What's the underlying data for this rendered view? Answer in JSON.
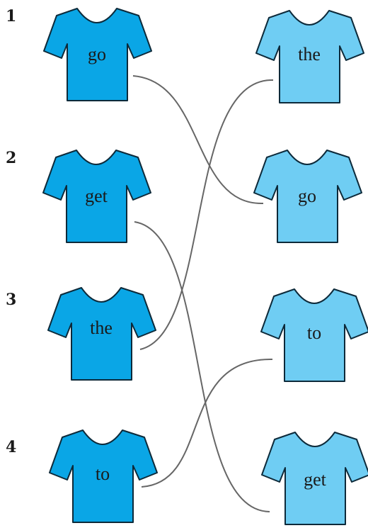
{
  "colors": {
    "left_shirt": "#0aa6e6",
    "right_shirt": "#6fcdf3",
    "outline": "#0d2a3a",
    "connector": "#666666"
  },
  "icon": "t-shirt-icon",
  "left_items": [
    {
      "number": "1",
      "word": "go"
    },
    {
      "number": "2",
      "word": "get"
    },
    {
      "number": "3",
      "word": "the"
    },
    {
      "number": "4",
      "word": "to"
    }
  ],
  "right_items": [
    {
      "word": "the"
    },
    {
      "word": "go"
    },
    {
      "word": "to"
    },
    {
      "word": "get"
    }
  ],
  "matches": [
    {
      "from": "go",
      "to": "go"
    },
    {
      "from": "get",
      "to": "get"
    },
    {
      "from": "the",
      "to": "the"
    },
    {
      "from": "to",
      "to": "to"
    }
  ]
}
